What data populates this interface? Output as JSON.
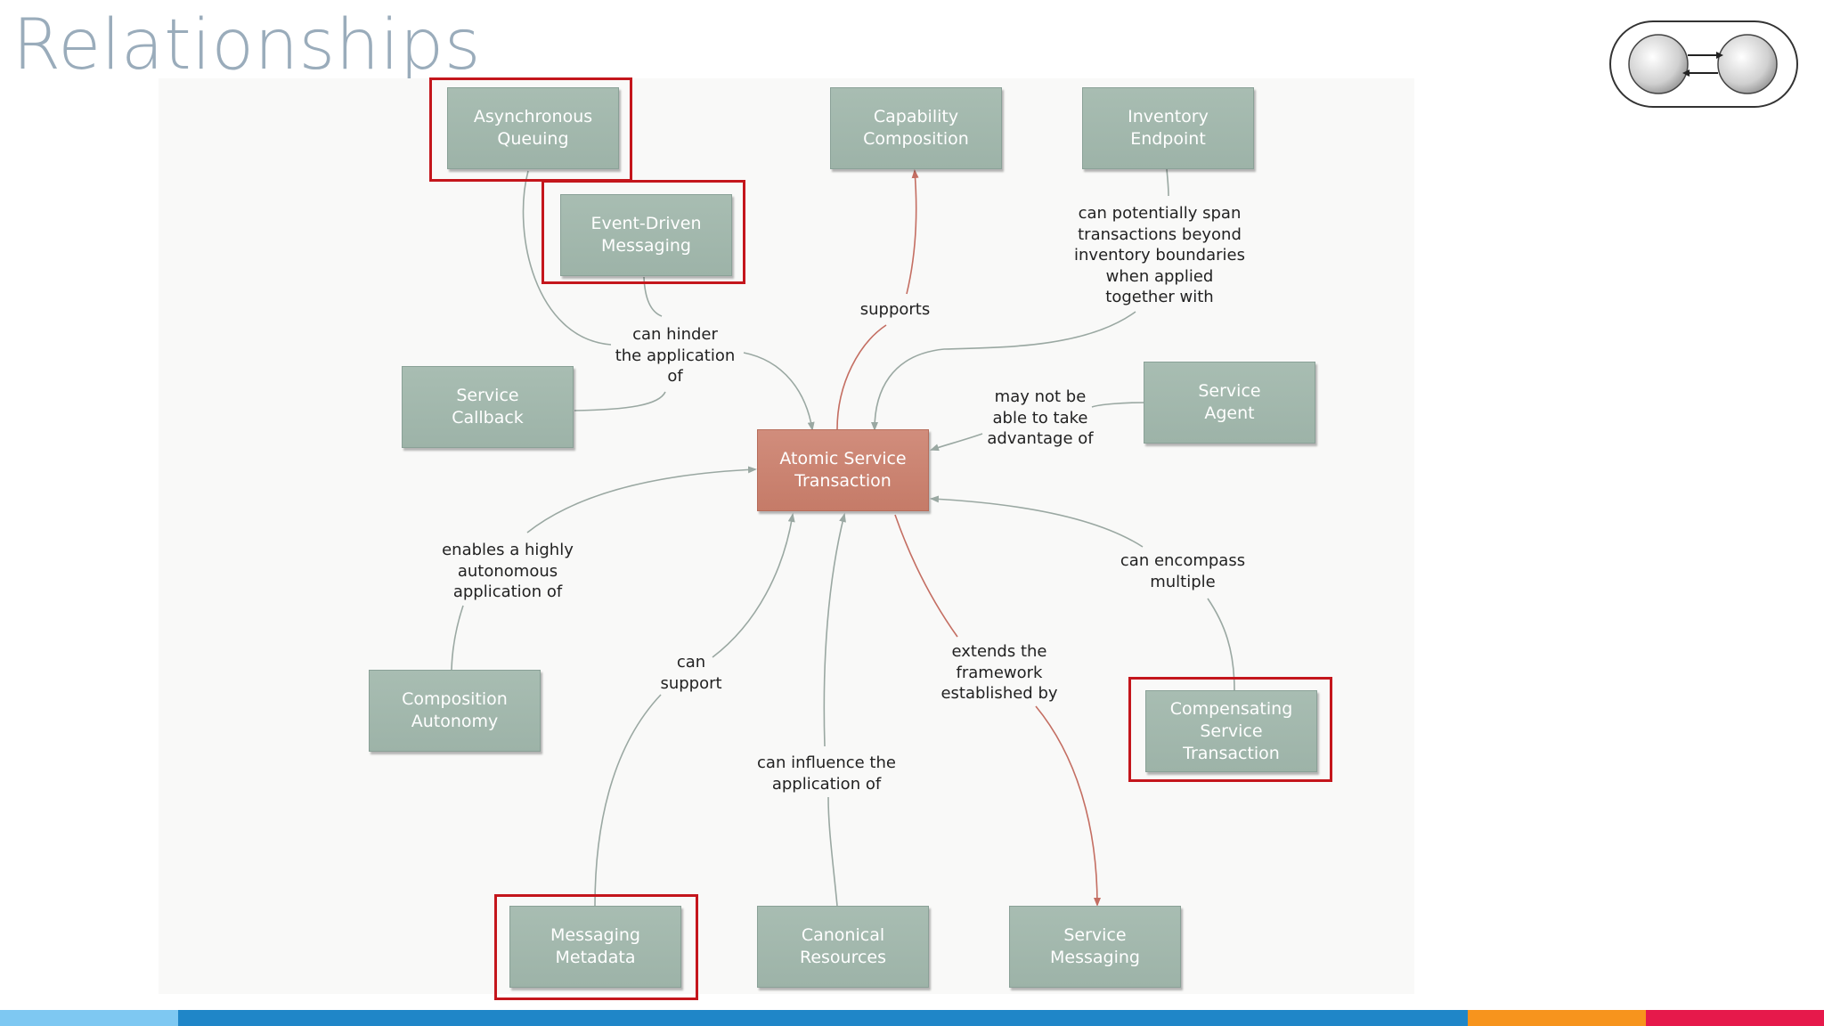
{
  "slide": {
    "title": "Relationships"
  },
  "diagram": {
    "center": "Atomic Service\nTransaction",
    "nodes": {
      "async_queuing": "Asynchronous\nQueuing",
      "event_driven": "Event-Driven\nMessaging",
      "capability_composition": "Capability\nComposition",
      "inventory_endpoint": "Inventory\nEndpoint",
      "service_callback": "Service\nCallback",
      "service_agent": "Service\nAgent",
      "composition_autonomy": "Composition\nAutonomy",
      "compensating": "Compensating\nService Transaction",
      "messaging_metadata": "Messaging\nMetadata",
      "canonical_resources": "Canonical\nResources",
      "service_messaging": "Service\nMessaging"
    },
    "labels": {
      "can_hinder": "can hinder\nthe application\nof",
      "supports": "supports",
      "can_span": "can potentially span\ntransactions beyond\ninventory boundaries\nwhen applied\ntogether with",
      "may_not": "may not be\nable to take\nadvantage of",
      "enables": "enables a highly\nautonomous\napplication of",
      "can_encompass": "can encompass\nmultiple",
      "can_support": "can\nsupport",
      "extends": "extends the\nframework\nestablished by",
      "can_influence": "can influence the\napplication of"
    },
    "highlighted": [
      "Asynchronous Queuing",
      "Event-Driven Messaging",
      "Compensating Service Transaction",
      "Messaging Metadata"
    ]
  },
  "colors": {
    "node_fill": "#a3b8ad",
    "center_fill": "#cb8472",
    "highlight": "#c4161c",
    "gray_line": "#9aa8a2",
    "red_line": "#c46e62",
    "footer": [
      "#7ec8f2",
      "#1f86c8",
      "#f7941d",
      "#e6194b"
    ]
  }
}
